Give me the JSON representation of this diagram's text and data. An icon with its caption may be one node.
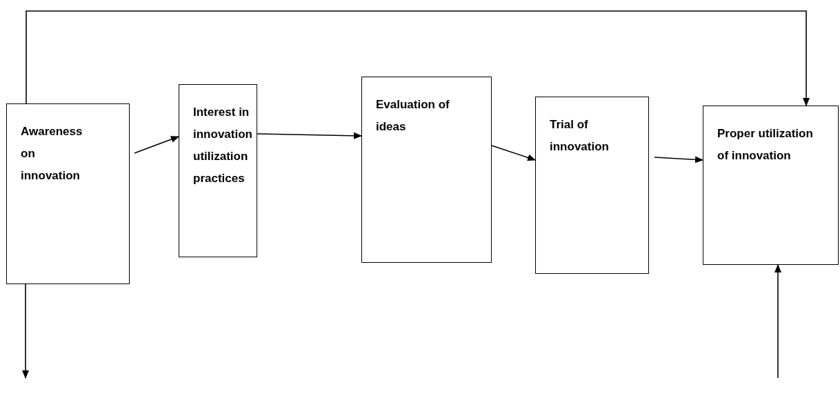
{
  "diagram": {
    "nodes": [
      {
        "text": [
          "Awareness on innovation"
        ]
      },
      {
        "text": [
          "Interest in innovation utilization practices"
        ]
      },
      {
        "text": [
          "Evaluation of ideas"
        ]
      },
      {
        "text": [
          "Trial of innovation"
        ]
      },
      {
        "text": [
          "Proper utilization of innovation"
        ]
      }
    ],
    "edges": [
      {
        "from": 0,
        "to": 4,
        "arrow": "to"
      },
      {
        "from": 0,
        "to": 1,
        "arrow": "to"
      },
      {
        "from": 1,
        "to": 2,
        "arrow": "to"
      },
      {
        "from": 2,
        "to": 3,
        "arrow": "to"
      },
      {
        "from": 3,
        "to": 4,
        "arrow": "to"
      },
      {
        "from": 0,
        "to": null,
        "arrow": "to"
      },
      {
        "from": null,
        "to": 4,
        "arrow": "to"
      }
    ]
  }
}
